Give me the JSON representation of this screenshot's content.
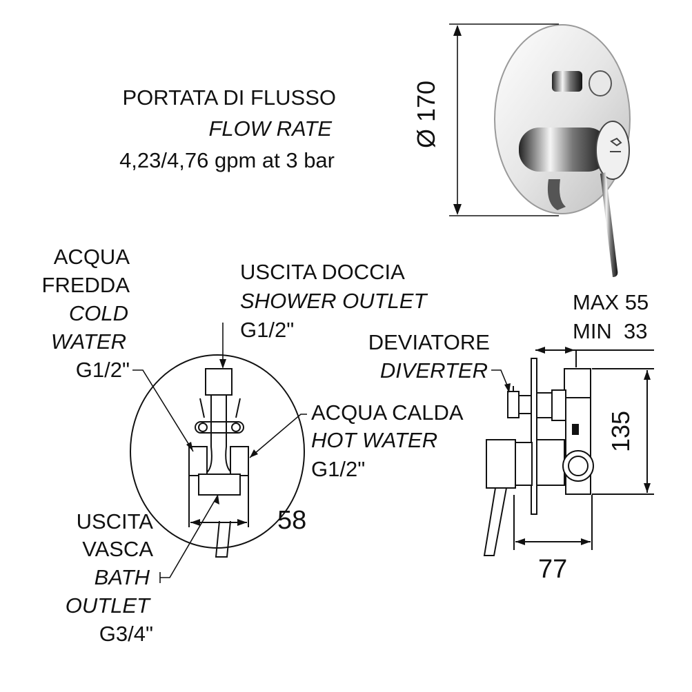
{
  "colors": {
    "line": "#111111",
    "chrome_light": "#f2f2f2",
    "chrome_dark": "#333333"
  },
  "flow": {
    "it": "PORTATA DI FLUSSO",
    "en": "FLOW RATE",
    "value": "4,23/4,76 gpm at 3 bar"
  },
  "dims": {
    "diameter": "Ø 170",
    "max": "MAX 55",
    "min": "MIN  33",
    "height": "135",
    "depth": "77",
    "width": "58"
  },
  "cold": {
    "l1": "ACQUA",
    "l2": "FREDDA",
    "l3": "COLD",
    "l4": "WATER",
    "size": "G1/2\""
  },
  "shower": {
    "it": "USCITA DOCCIA",
    "en": "SHOWER OUTLET",
    "size": "G1/2\""
  },
  "hot": {
    "it": "ACQUA CALDA",
    "en": "HOT WATER",
    "size": "G1/2\""
  },
  "diverter": {
    "it": "DEVIATORE",
    "en": "DIVERTER"
  },
  "bath": {
    "l1": "USCITA",
    "l2": "VASCA",
    "l3": "BATH",
    "l4": "OUTLET",
    "size": "G3/4\""
  }
}
